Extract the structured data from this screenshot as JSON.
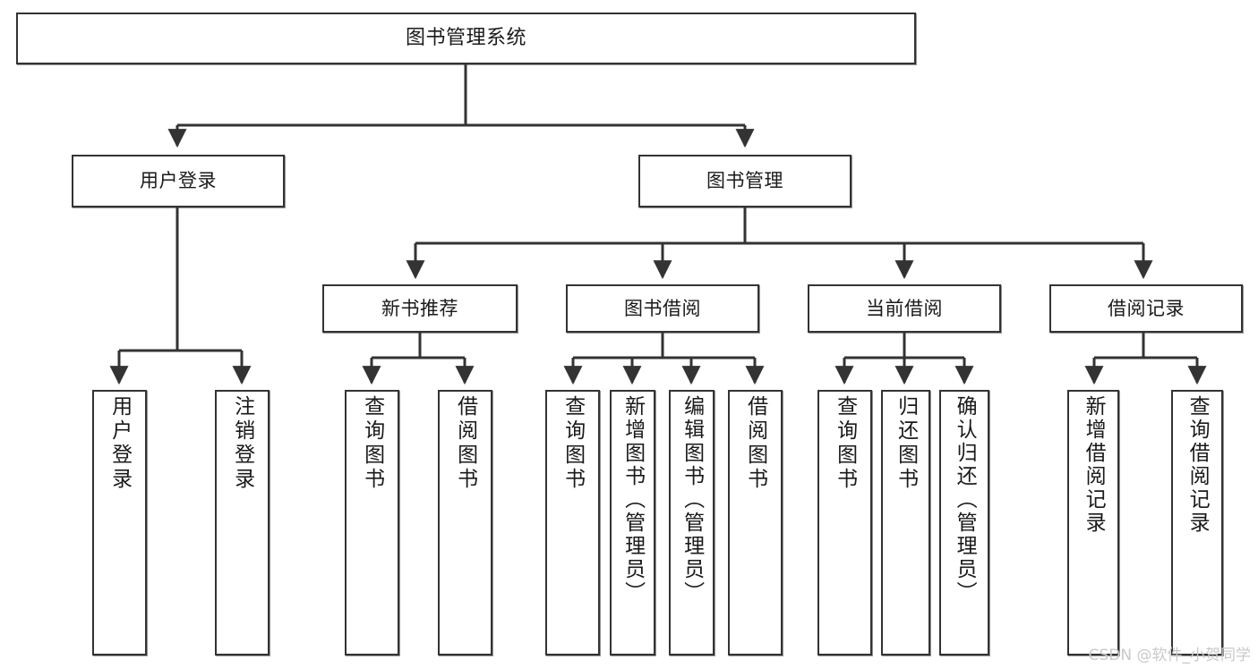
{
  "diagram": {
    "title": "图书管理系统",
    "type": "tree-hierarchy",
    "colors": {
      "stroke": "#333333",
      "fill": "#ffffff",
      "text": "#1a1a1a",
      "watermark": "#c9c9c9"
    },
    "root": {
      "label": "图书管理系统"
    },
    "level2": [
      {
        "label": "用户登录"
      },
      {
        "label": "图书管理"
      }
    ],
    "level3": [
      {
        "label": "新书推荐"
      },
      {
        "label": "图书借阅"
      },
      {
        "label": "当前借阅"
      },
      {
        "label": "借阅记录"
      }
    ],
    "leaves": {
      "user_login": [
        {
          "label": "用户登录"
        },
        {
          "label": "注销登录"
        }
      ],
      "new_book_recommend": [
        {
          "label": "查询图书"
        },
        {
          "label": "借阅图书"
        }
      ],
      "book_borrow": [
        {
          "label": "查询图书"
        },
        {
          "label": "新增图书（管理员）"
        },
        {
          "label": "编辑图书（管理员）"
        },
        {
          "label": "借阅图书"
        }
      ],
      "current_borrow": [
        {
          "label": "查询图书"
        },
        {
          "label": "归还图书"
        },
        {
          "label": "确认归还（管理员）"
        }
      ],
      "borrow_record": [
        {
          "label": "新增借阅记录"
        },
        {
          "label": "查询借阅记录"
        }
      ]
    },
    "watermark": "CSDN @软件_小贺同学"
  }
}
